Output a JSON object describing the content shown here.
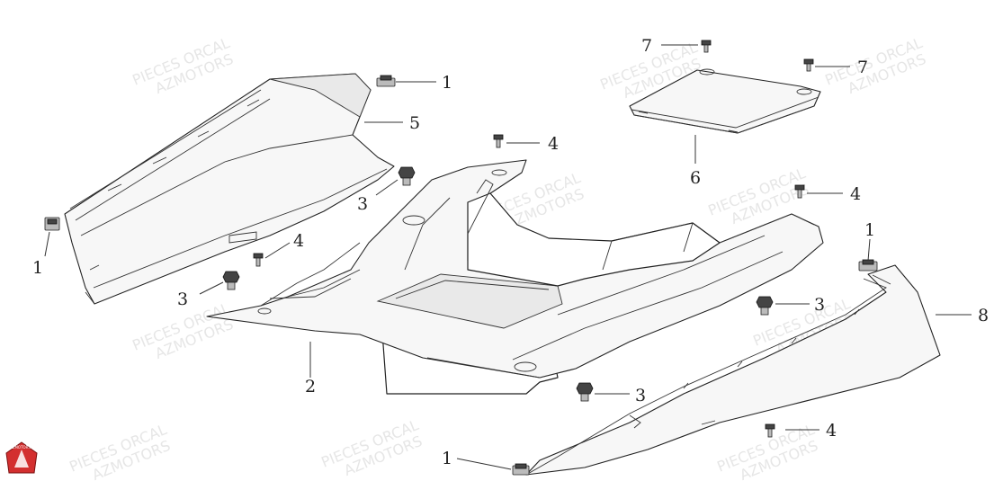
{
  "watermark": {
    "line1": "PIECES ORCAL",
    "line2": "AZMOTORS"
  },
  "logo": {
    "text": "AZMOTORS",
    "color": "#d32f2f"
  },
  "callouts": [
    {
      "label": "1"
    },
    {
      "label": "5"
    },
    {
      "label": "3"
    },
    {
      "label": "1"
    },
    {
      "label": "4"
    },
    {
      "label": "3"
    },
    {
      "label": "2"
    },
    {
      "label": "4"
    },
    {
      "label": "7"
    },
    {
      "label": "7"
    },
    {
      "label": "6"
    },
    {
      "label": "4"
    },
    {
      "label": "1"
    },
    {
      "label": "3"
    },
    {
      "label": "8"
    },
    {
      "label": "3"
    },
    {
      "label": "4"
    },
    {
      "label": "1"
    }
  ]
}
